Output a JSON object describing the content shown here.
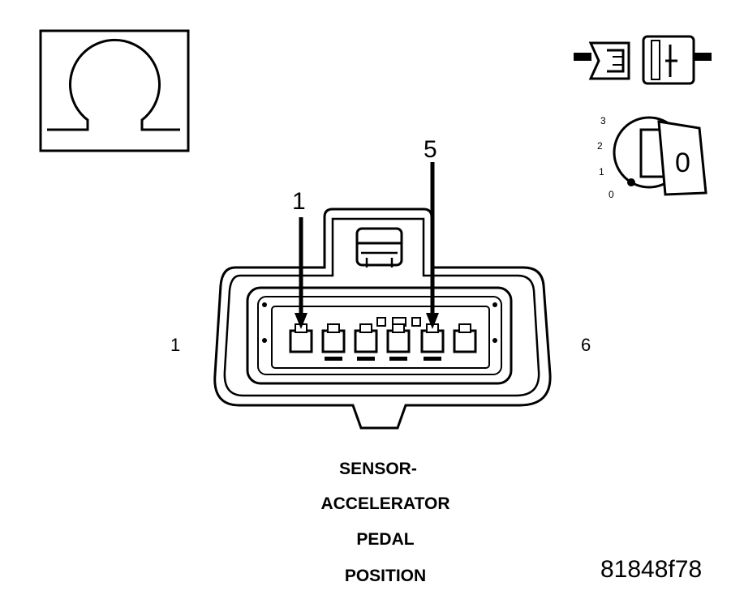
{
  "connector": {
    "end_pin_left": "1",
    "end_pin_right": "6",
    "callouts": [
      {
        "pin": "1"
      },
      {
        "pin": "5"
      }
    ]
  },
  "title_lines": [
    "SENSOR-",
    "ACCELERATOR",
    "PEDAL",
    "POSITION"
  ],
  "figure_id": "81848f78",
  "ignition": {
    "positions": [
      "3",
      "2",
      "1",
      "0"
    ],
    "key_label": "0"
  },
  "icons": {
    "ohmmeter": "ohm-icon",
    "connector_disconnect": "disconnected-connector-icon",
    "ignition_key": "ignition-key-icon"
  }
}
